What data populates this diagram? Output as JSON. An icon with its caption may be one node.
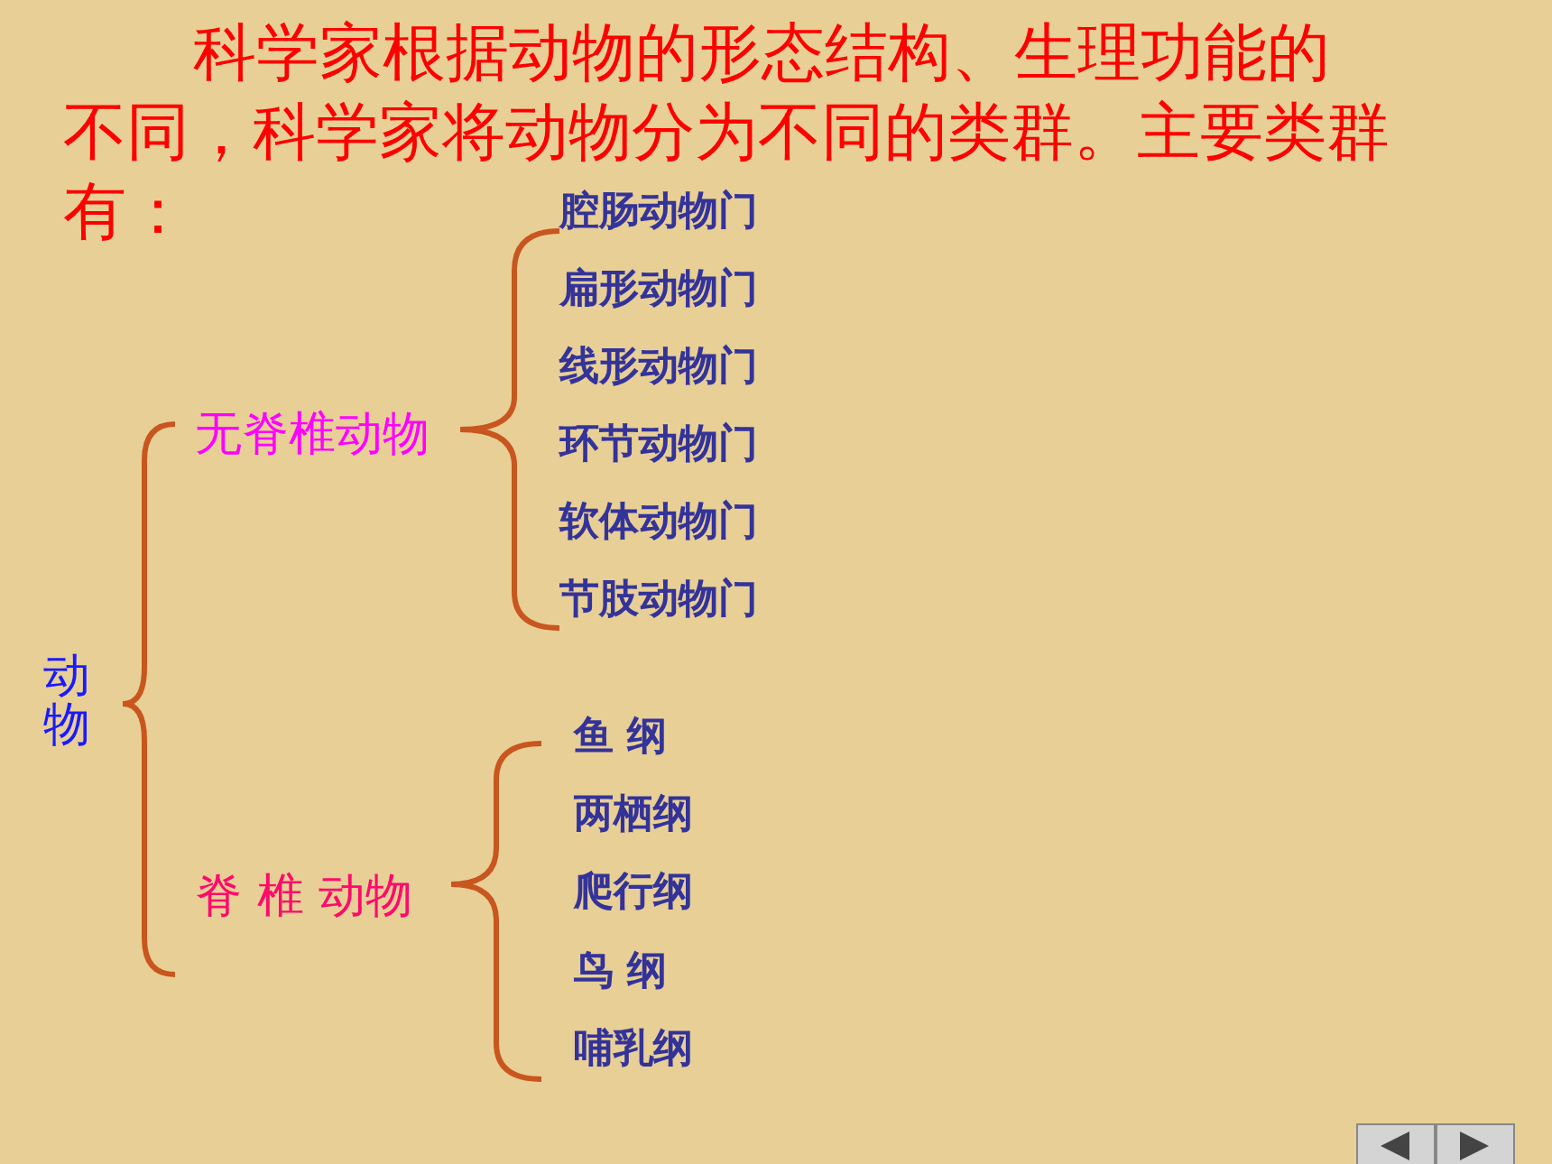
{
  "diagram": {
    "title": "科学家根据动物的形态结构、生理功能的不同，科学家将动物分为不同的类群。主要类群有：",
    "nodes": [
      {
        "text": [
          "动物"
        ]
      },
      {
        "text": [
          "无脊椎动物"
        ]
      },
      {
        "text": [
          "腔肠动物门"
        ]
      },
      {
        "text": [
          "扁形动物门"
        ]
      },
      {
        "text": [
          "线形动物门"
        ]
      },
      {
        "text": [
          "环节动物门"
        ]
      },
      {
        "text": [
          "软体动物门"
        ]
      },
      {
        "text": [
          "节肢动物门"
        ]
      },
      {
        "text": [
          "脊 椎 动物"
        ]
      },
      {
        "text": [
          "鱼 纲"
        ]
      },
      {
        "text": [
          "两栖纲"
        ]
      },
      {
        "text": [
          "爬行纲"
        ]
      },
      {
        "text": [
          "鸟 纲"
        ]
      },
      {
        "text": [
          "哺乳纲"
        ]
      }
    ]
  }
}
